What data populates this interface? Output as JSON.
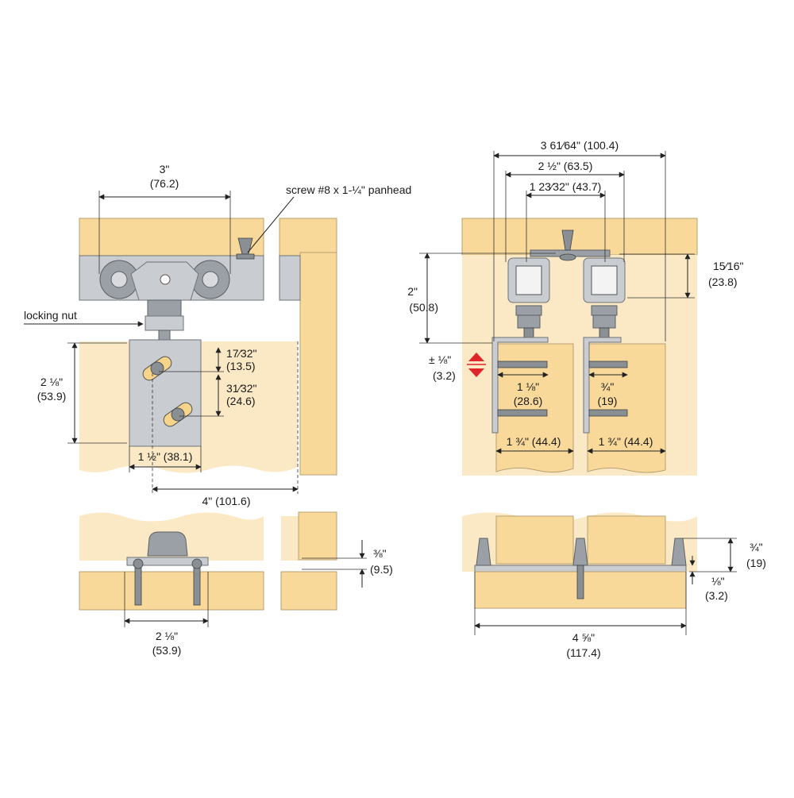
{
  "left_top": {
    "dim_width_in": "3\"",
    "dim_width_mm": "(76.2)",
    "screw_label": "screw #8 x 1-¼\" panhead",
    "locking_nut_label": "locking nut",
    "dim_height_in": "2 ⅛\"",
    "dim_height_mm": "(53.9)",
    "dim_slot1_in": "17⁄32\"",
    "dim_slot1_mm": "(13.5)",
    "dim_slot2_in": "31⁄32\"",
    "dim_slot2_mm": "(24.6)",
    "dim_plate_width": "1 ½\"  (38.1)",
    "dim_offset": "4\"   (101.6)"
  },
  "left_bottom": {
    "dim_gap_in": "⅜\"",
    "dim_gap_mm": "(9.5)",
    "dim_width_in": "2 ⅛\"",
    "dim_width_mm": "(53.9)"
  },
  "right_top": {
    "dim_overall": "3 61⁄64\"  (100.4)",
    "dim_mid": "2 ½\"  (63.5)",
    "dim_inner": "1 23⁄32\"  (43.7)",
    "dim_right_in": "15⁄16\"",
    "dim_right_mm": "(23.8)",
    "dim_height_in": "2\"",
    "dim_height_mm": "(50.8)",
    "dim_adjust_in": "± ⅛\"",
    "dim_adjust_mm": "(3.2)",
    "dim_screw1_in": "1 ⅛\"",
    "dim_screw1_mm": "(28.6)",
    "dim_screw2_in": "¾\"",
    "dim_screw2_mm": "(19)",
    "dim_door1": "1 ¾\"  (44.4)",
    "dim_door2": "1 ¾\"  (44.4)"
  },
  "right_bottom": {
    "dim_guide_in": "¾\"",
    "dim_guide_mm": "(19)",
    "dim_gap_in": "⅛\"",
    "dim_gap_mm": "(3.2)",
    "dim_width_in": "4 ⅝\"",
    "dim_width_mm": "(117.4)"
  },
  "colors": {
    "wood": "#f8d99a",
    "wood_light": "#fbe9c6",
    "steel": "#c9ccd0",
    "arrow_red": "#e0262b"
  }
}
